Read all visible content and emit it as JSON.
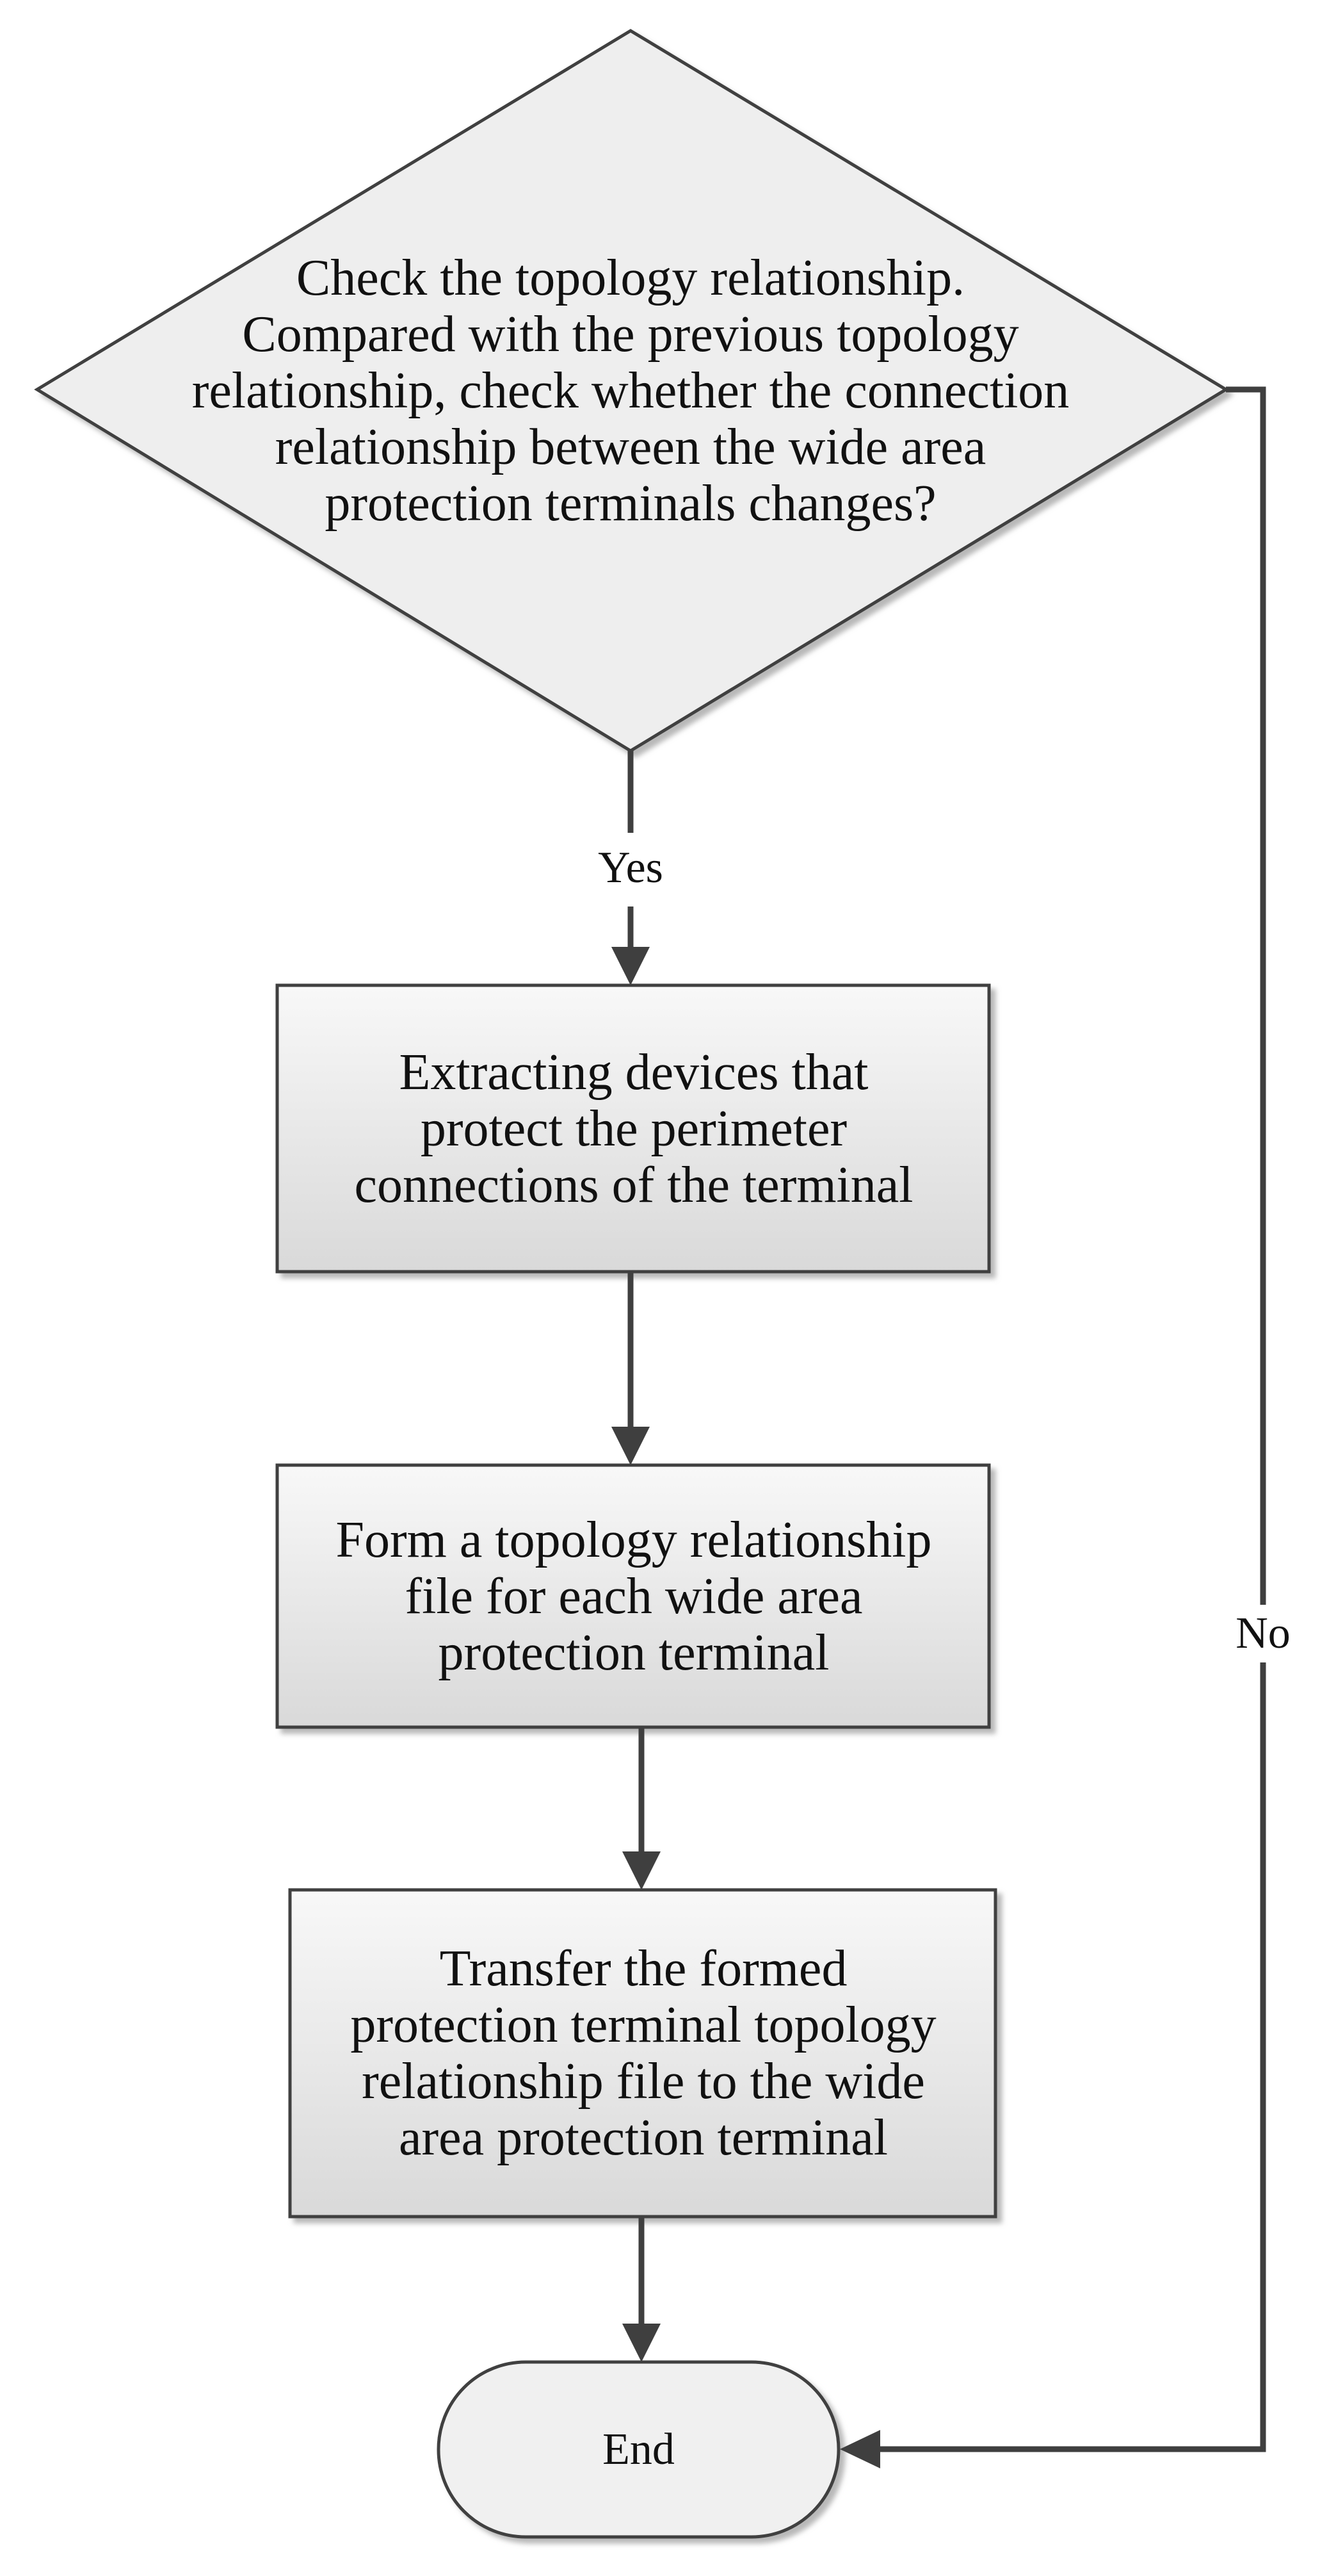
{
  "nodes": {
    "decision": {
      "lines": [
        "Check the topology relationship.",
        "Compared with the previous topology",
        "relationship, check whether the connection",
        "relationship between the wide area",
        "protection terminals changes?"
      ]
    },
    "extract": {
      "lines": [
        "Extracting devices that",
        "protect the perimeter",
        "connections of the terminal"
      ]
    },
    "form": {
      "lines": [
        "Form a topology relationship",
        "file for each wide area",
        "protection terminal"
      ]
    },
    "transfer": {
      "lines": [
        "Transfer the formed",
        "protection terminal topology",
        "relationship file to the wide",
        "area protection terminal"
      ]
    },
    "end": {
      "label": "End"
    }
  },
  "edges": {
    "yes_label": "Yes",
    "no_label": "No"
  },
  "colors": {
    "stroke": "#3f3f3f",
    "box_fill_top": "#f7f7f7",
    "box_fill_bottom": "#dcdcdc",
    "diamond_fill": "#eeeeee",
    "terminal_fill": "#f0f0f0"
  }
}
